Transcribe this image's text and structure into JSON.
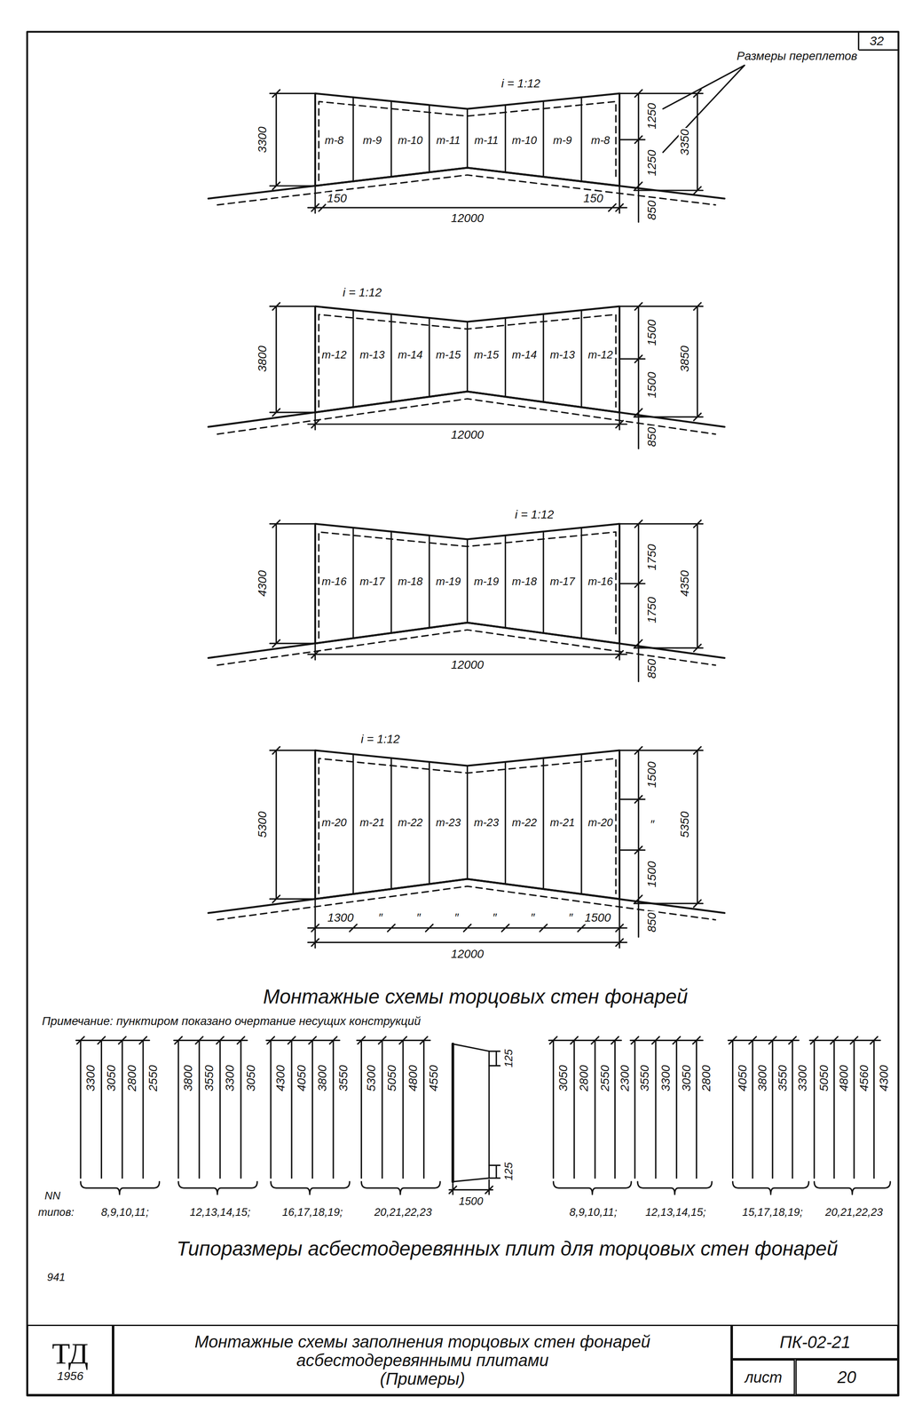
{
  "diagram": {
    "nodes": [
      {
        "text": [
          "ТД",
          "1956"
        ]
      },
      {
        "text": [
          "Монтажные схемы заполнения торцовых стен фонарей асбестодеревянными плитами",
          "(Примеры)"
        ]
      },
      {
        "text": [
          "ПК-02-21"
        ]
      },
      {
        "text": [
          "лист"
        ]
      },
      {
        "text": [
          "20"
        ]
      }
    ],
    "labels": [
      "32",
      "Размеры переплетов",
      "i = 1:12",
      "3300",
      "т-8",
      "т-9",
      "т-10",
      "т-11",
      "т-11",
      "т-10",
      "т-9",
      "т-8",
      "1250",
      "1250",
      "3350",
      "150",
      "150",
      "12000",
      "850",
      "i = 1:12",
      "3800",
      "т-12",
      "т-13",
      "т-14",
      "т-15",
      "т-15",
      "т-14",
      "т-13",
      "т-12",
      "1500",
      "1500",
      "3850",
      "12000",
      "850",
      "i = 1:12",
      "4300",
      "т-16",
      "т-17",
      "т-18",
      "т-19",
      "т-19",
      "т-18",
      "т-17",
      "т-16",
      "1750",
      "1750",
      "4350",
      "12000",
      "850",
      "i = 1:12",
      "5300",
      "т-20",
      "т-21",
      "т-22",
      "т-23",
      "т-23",
      "т-22",
      "т-21",
      "т-20",
      "1500",
      "″",
      "1500",
      "5350",
      "1300",
      "″",
      "″",
      "″",
      "″",
      "″",
      "″",
      "1500",
      "12000",
      "850",
      "Монтажные схемы торцовых стен фонарей",
      "Примечание: пунктиром показано очертание несущих конструкций",
      "3300",
      "3050",
      "2800",
      "2550",
      "3800",
      "3550",
      "3300",
      "3050",
      "4300",
      "4050",
      "3800",
      "3550",
      "5300",
      "5050",
      "4800",
      "4550",
      "NN",
      "типов:",
      "8,9,10,11;",
      "12,13,14,15;",
      "16,17,18,19;",
      "20,21,22,23",
      "125",
      "125",
      "1500",
      "3050",
      "2800",
      "2550",
      "2300",
      "3550",
      "3300",
      "3050",
      "2800",
      "4050",
      "3800",
      "3550",
      "3300",
      "5050",
      "4800",
      "4560",
      "4300",
      "8,9,10,11;",
      "12,13,14,15;",
      "15,17,18,19;",
      "20,21,22,23",
      "Типоразмеры асбестодеревянных плит для торцовых стен фонарей",
      "941"
    ]
  }
}
